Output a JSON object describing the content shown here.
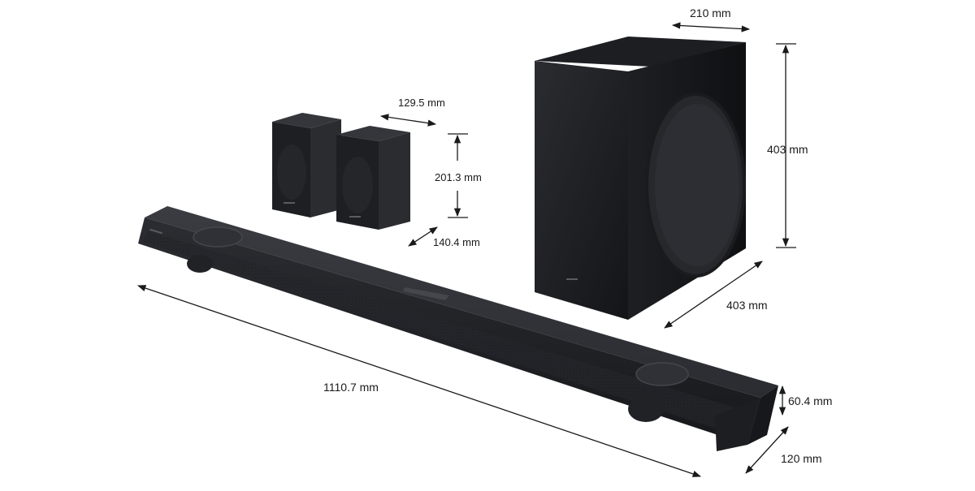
{
  "dimensions": {
    "subwoofer_depth": "210 mm",
    "subwoofer_height": "403 mm",
    "subwoofer_width": "403 mm",
    "satellite_depth": "129.5 mm",
    "satellite_height": "201.3 mm",
    "satellite_width": "140.4 mm",
    "soundbar_width": "1110.7 mm",
    "soundbar_height": "60.4 mm",
    "soundbar_depth": "120 mm"
  },
  "colors": {
    "product_black": "#1c1d20",
    "soundbar_top": "#2a2c31",
    "dimension_line": "#1a1a1a",
    "background": "#ffffff"
  }
}
